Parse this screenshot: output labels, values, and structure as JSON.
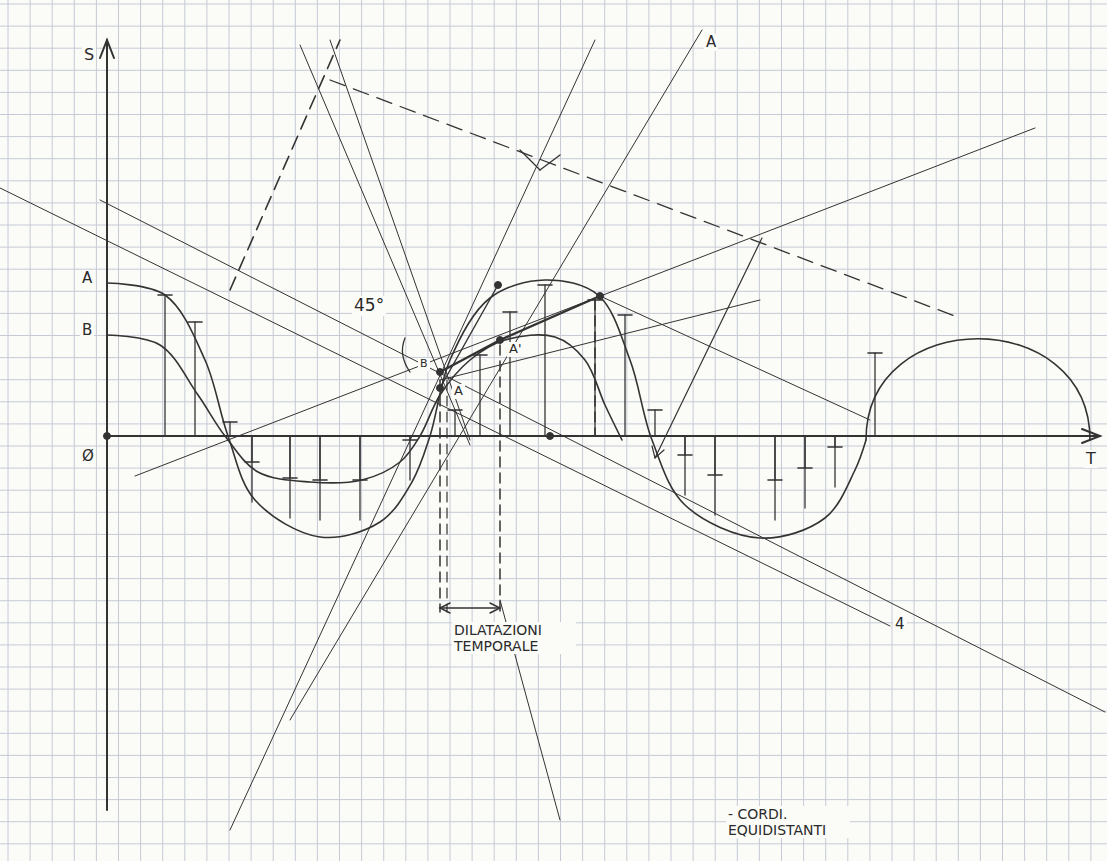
{
  "diagram": {
    "labels": [
      "S",
      "T",
      "A",
      "B",
      "Ø",
      "45°",
      "B",
      "A",
      "A'",
      "A",
      "4",
      "DILATAZIONI TEMPORALE",
      "- CORDI. EQUIDISTANTI"
    ]
  }
}
